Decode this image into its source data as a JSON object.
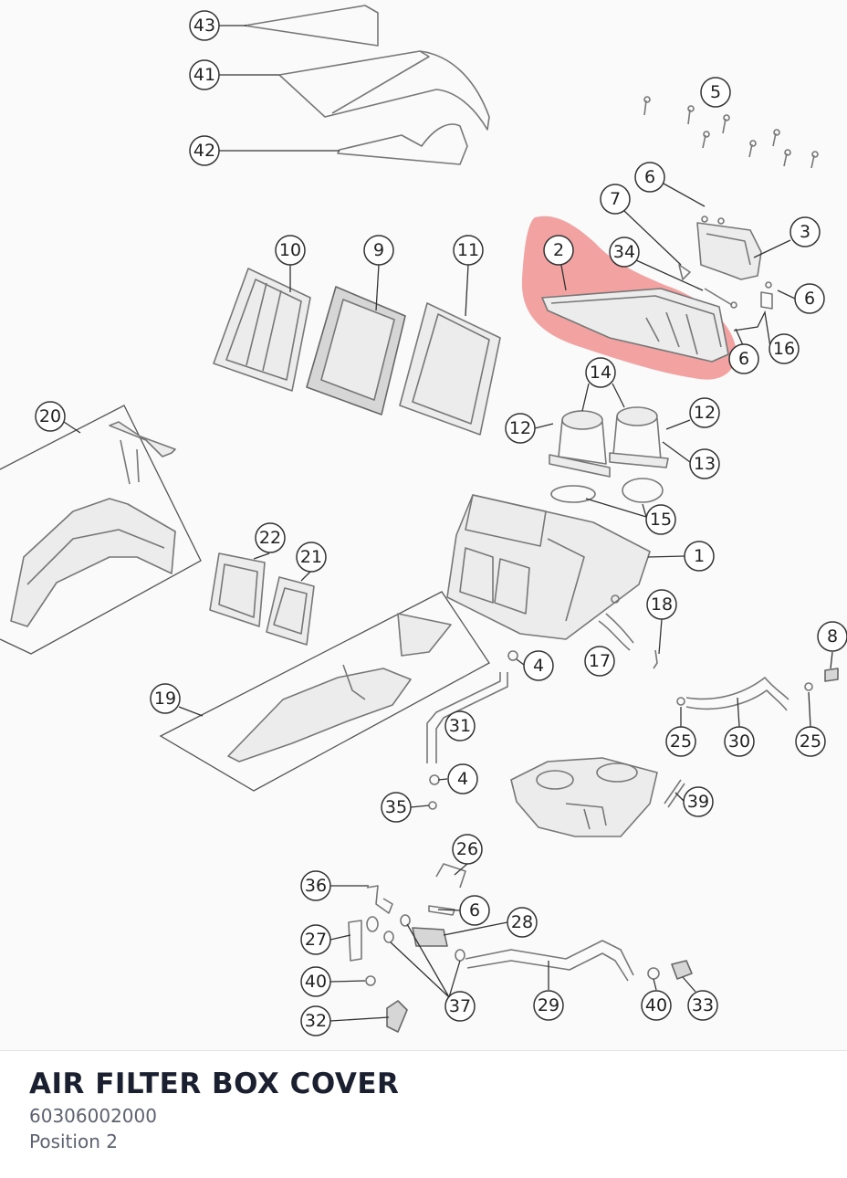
{
  "part": {
    "title": "AIR FILTER BOX COVER",
    "number": "60306002000",
    "position": "Position 2"
  },
  "highlight_color": "#f08080",
  "callouts": [
    "43",
    "41",
    "42",
    "5",
    "6",
    "7",
    "3",
    "34",
    "2",
    "6",
    "16",
    "6",
    "10",
    "9",
    "11",
    "14",
    "12",
    "12",
    "13",
    "20",
    "15",
    "1",
    "22",
    "21",
    "18",
    "8",
    "4",
    "17",
    "19",
    "25",
    "30",
    "25",
    "31",
    "4",
    "39",
    "35",
    "26",
    "36",
    "6",
    "28",
    "27",
    "40",
    "37",
    "29",
    "40",
    "33",
    "32"
  ]
}
